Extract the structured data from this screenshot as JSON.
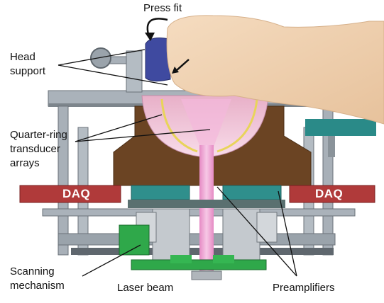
{
  "labels": {
    "press_fit": "Press fit",
    "head_support_line1": "Head",
    "head_support_line2": "support",
    "quarter_ring_line1": "Quarter-ring",
    "quarter_ring_line2": "transducer",
    "quarter_ring_line3": "arrays",
    "daq_left": "DAQ",
    "daq_right": "DAQ",
    "scanning_line1": "Scanning",
    "scanning_line2": "mechanism",
    "laser_beam": "Laser beam",
    "preamplifiers": "Preamplifiers"
  },
  "colors": {
    "frame": "#9aa3ab",
    "frame_dark": "#5f676e",
    "housing_brown": "#6b4423",
    "daq_red": "#b03a3a",
    "preamp_teal": "#2f8f8c",
    "scanner_green": "#2fa84a",
    "laser_pink": "#f0a8d8",
    "bowl_pink": "#f4c6dc",
    "head_skin": "#f2d6b8",
    "head_pad": "#3f4aa0",
    "ring_yellow": "#e8d45a"
  }
}
